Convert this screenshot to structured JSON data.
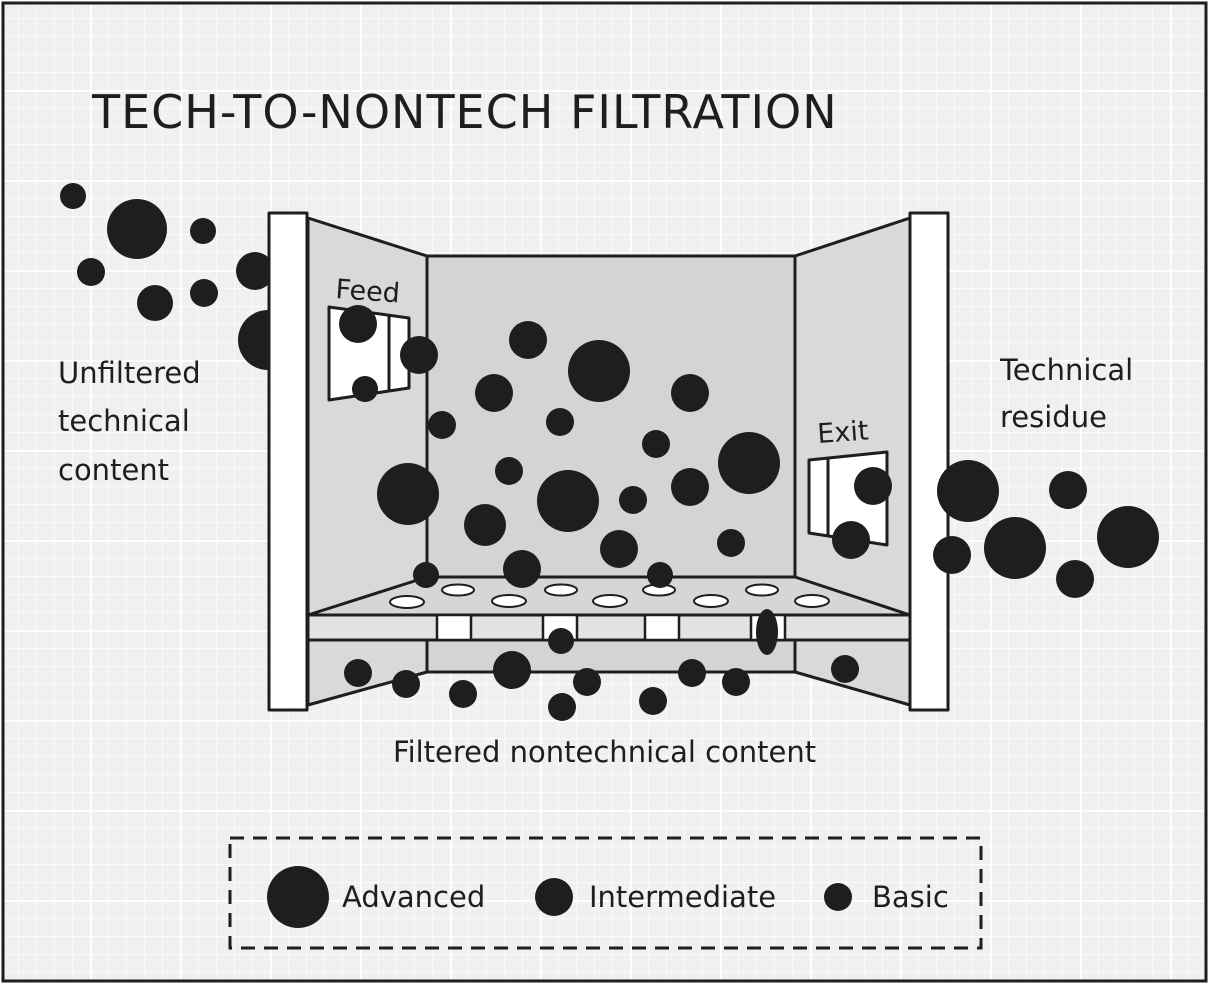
{
  "title": "TECH-TO-NONTECH FILTRATION",
  "labels": {
    "unfiltered": [
      "Unfiltered",
      "technical",
      "content"
    ],
    "residue": [
      "Technical",
      "residue"
    ],
    "filtered": "Filtered nontechnical content",
    "feed": "Feed",
    "exit": "Exit"
  },
  "legend": {
    "items": [
      {
        "label": "Advanced",
        "size": "large"
      },
      {
        "label": "Intermediate",
        "size": "medium"
      },
      {
        "label": "Basic",
        "size": "small"
      }
    ]
  },
  "colors": {
    "ink": "#1e1e1e",
    "paper": "#f0f0f0",
    "grid": "#ffffff",
    "panel_side": "#d9d9d9",
    "panel_back": "#d4d4d4"
  }
}
